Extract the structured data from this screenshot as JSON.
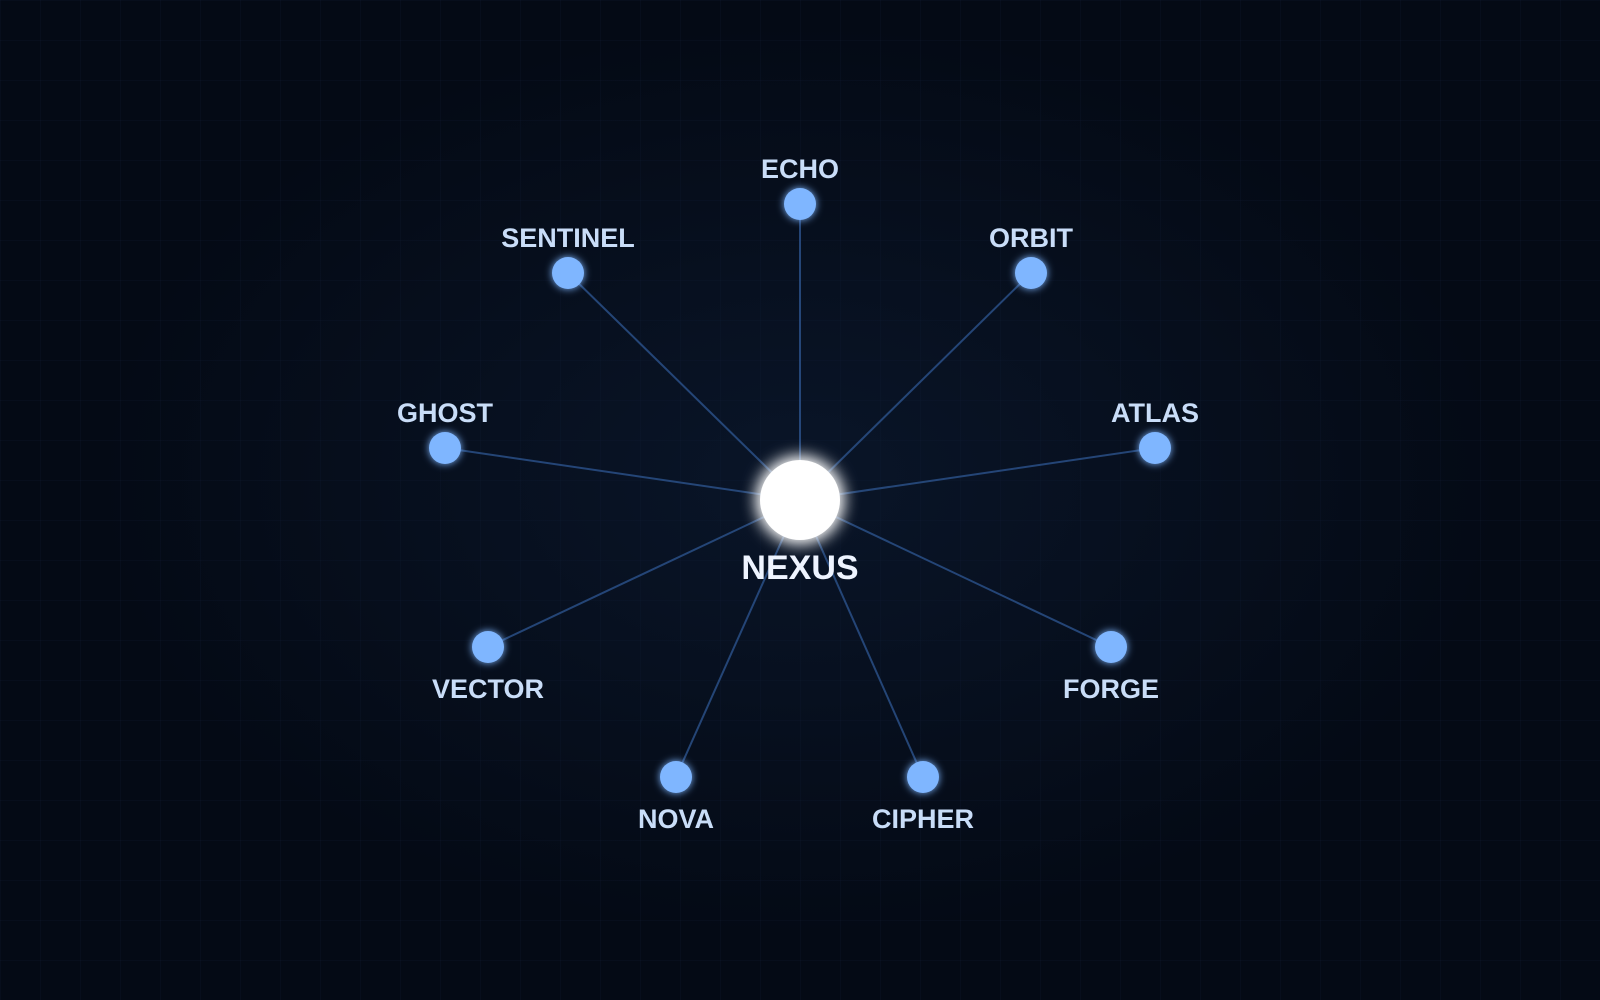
{
  "diagram": {
    "type": "hub-and-spoke",
    "hub": {
      "id": "nexus",
      "label": "NEXUS"
    },
    "nodes": [
      {
        "id": "echo",
        "label": "ECHO"
      },
      {
        "id": "orbit",
        "label": "ORBIT"
      },
      {
        "id": "atlas",
        "label": "ATLAS"
      },
      {
        "id": "forge",
        "label": "FORGE"
      },
      {
        "id": "cipher",
        "label": "CIPHER"
      },
      {
        "id": "nova",
        "label": "NOVA"
      },
      {
        "id": "vector",
        "label": "VECTOR"
      },
      {
        "id": "ghost",
        "label": "GHOST"
      },
      {
        "id": "sentinel",
        "label": "SENTINEL"
      }
    ],
    "edges": [
      {
        "from": "nexus",
        "to": "echo"
      },
      {
        "from": "nexus",
        "to": "orbit"
      },
      {
        "from": "nexus",
        "to": "atlas"
      },
      {
        "from": "nexus",
        "to": "forge"
      },
      {
        "from": "nexus",
        "to": "cipher"
      },
      {
        "from": "nexus",
        "to": "nova"
      },
      {
        "from": "nexus",
        "to": "vector"
      },
      {
        "from": "nexus",
        "to": "ghost"
      },
      {
        "from": "nexus",
        "to": "sentinel"
      }
    ]
  },
  "colors": {
    "background": "#040a15",
    "edge": "#2a4f86",
    "node": "#7fb6ff",
    "hub": "#ffffff",
    "label": "#c9ddf8"
  }
}
